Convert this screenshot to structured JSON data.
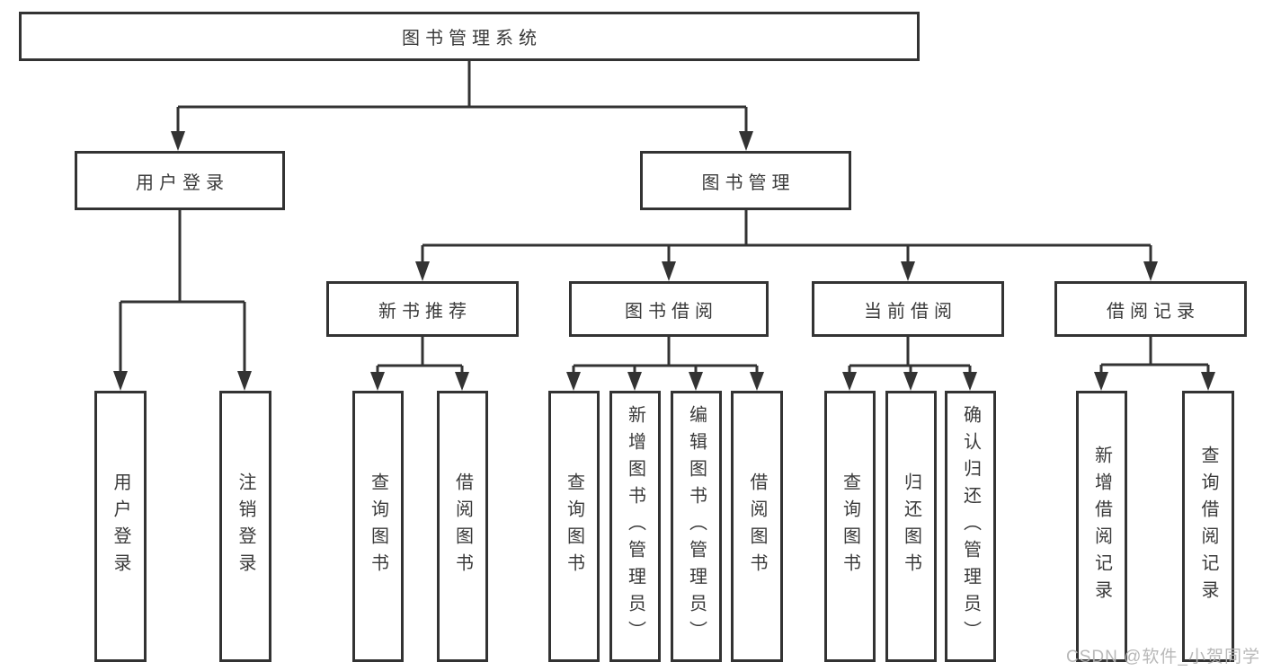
{
  "diagram": {
    "root_label": "图书管理系统",
    "branches": [
      {
        "label": "用户登录",
        "leaves": [
          "用户登录",
          "注销登录"
        ]
      },
      {
        "label": "图书管理",
        "groups": [
          {
            "label": "新书推荐",
            "leaves": [
              "查询图书",
              "借阅图书"
            ]
          },
          {
            "label": "图书借阅",
            "leaves": [
              "查询图书",
              "新增图书（管理员）",
              "编辑图书（管理员）",
              "借阅图书"
            ]
          },
          {
            "label": "当前借阅",
            "leaves": [
              "查询图书",
              "归还图书",
              "确认归还（管理员）"
            ]
          },
          {
            "label": "借阅记录",
            "leaves": [
              "新增借阅记录",
              "查询借阅记录"
            ]
          }
        ]
      }
    ]
  },
  "watermark": "CSDN @软件_小贺同学",
  "colors": {
    "line": "#333333",
    "text": "#3a3a3a",
    "background": "#ffffff",
    "watermark": "#b2b2b2"
  }
}
